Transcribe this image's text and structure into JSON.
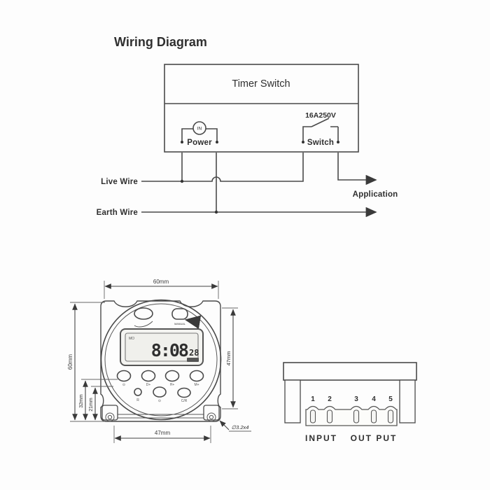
{
  "title": "Wiring Diagram",
  "schematic": {
    "box_title": "Timer Switch",
    "power": {
      "label": "Power",
      "symbol": "IN"
    },
    "switch": {
      "label": "Switch",
      "rating": "16A250V"
    },
    "wires": {
      "live": "Live Wire",
      "earth": "Earth Wire",
      "application": "Application"
    }
  },
  "device": {
    "lcd": {
      "day": "MO",
      "time": "8:08",
      "seconds": "28"
    },
    "buttons": {
      "manual_label": "MANUAL",
      "row1": [
        "⊙",
        "D+",
        "H+",
        "M+"
      ],
      "row2": [
        "R",
        "⊙",
        "C/R"
      ]
    },
    "dimensions": {
      "top_width": "60mm",
      "left_height": "60mm",
      "inner_a": "32mm",
      "inner_b": "21mm",
      "right_height": "47mm",
      "bottom_width": "47mm",
      "mount_hole": "∅3.2x4"
    }
  },
  "terminal_block": {
    "pins": [
      "1",
      "2",
      "3",
      "4",
      "5"
    ],
    "input_label": "INPUT",
    "output_label": "OUT PUT"
  },
  "colors": {
    "line": "#4a4a4a",
    "text": "#2f2f2f",
    "lcd": "#f0f0ec",
    "badge": "#555555"
  }
}
